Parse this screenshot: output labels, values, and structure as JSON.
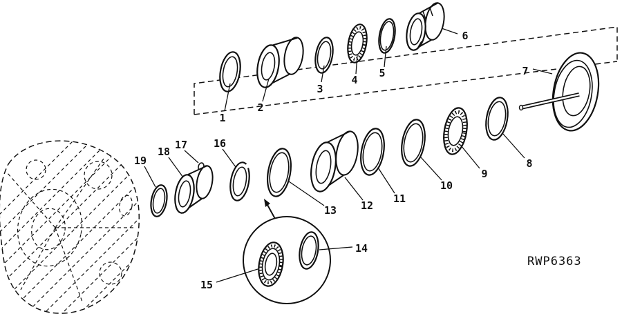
{
  "drawing": {
    "code": "RWP6363",
    "callouts": [
      "1",
      "2",
      "3",
      "4",
      "5",
      "6",
      "7",
      "8",
      "9",
      "10",
      "11",
      "12",
      "13",
      "14",
      "15",
      "16",
      "17",
      "18",
      "19"
    ]
  }
}
